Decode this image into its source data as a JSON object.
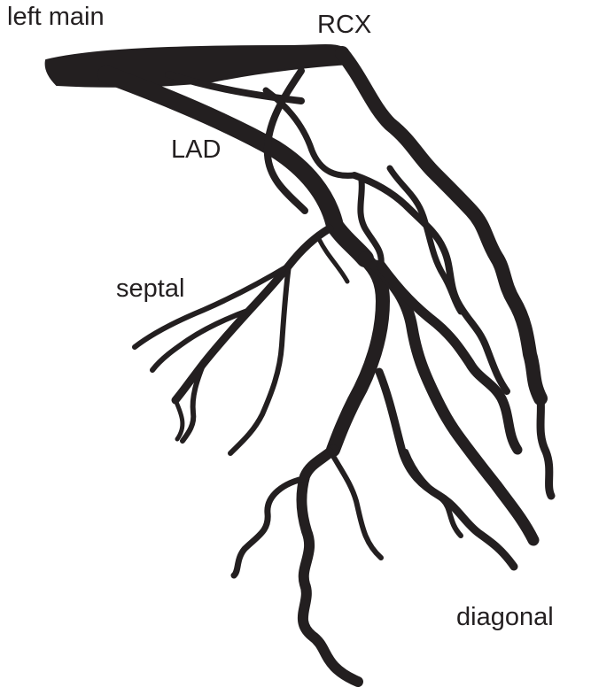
{
  "labels": {
    "left_main": "left main",
    "rcx": "RCX",
    "lad": "LAD",
    "septal": "septal",
    "diagonal": "diagonal"
  },
  "colors": {
    "vessel": "#231f20",
    "text": "#231f20",
    "background": "#ffffff"
  }
}
